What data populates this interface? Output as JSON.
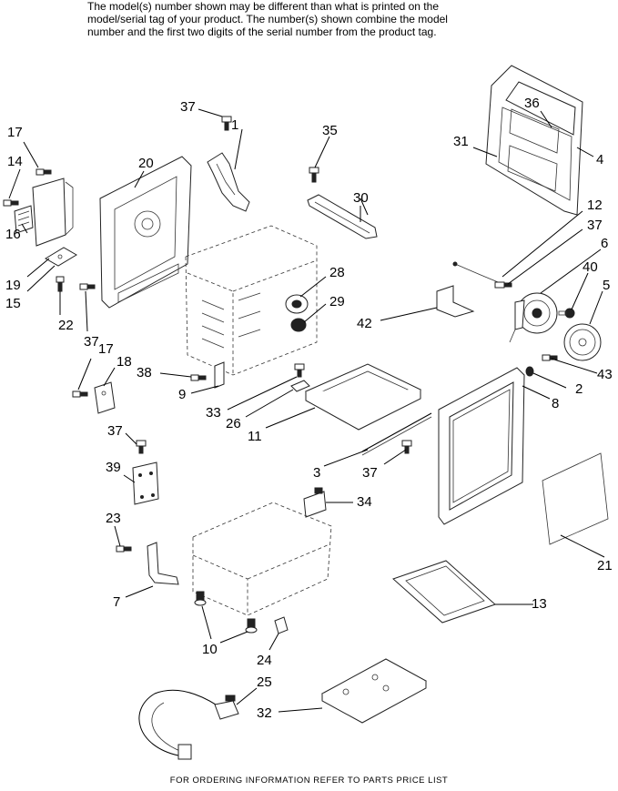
{
  "header": {
    "line1": "The model(s) number shown may be different than what is printed on the",
    "line2": "model/serial tag of your product. The number(s) shown combine the model",
    "line3": "number and the first two digits of the serial number from the product tag."
  },
  "footer": {
    "text": "FOR ORDERING INFORMATION REFER TO PARTS PRICE LIST"
  },
  "callouts": [
    "1",
    "2",
    "3",
    "4",
    "5",
    "6",
    "7",
    "8",
    "9",
    "10",
    "11",
    "12",
    "13",
    "14",
    "15",
    "16",
    "17",
    "18",
    "19",
    "20",
    "21",
    "22",
    "23",
    "24",
    "25",
    "26",
    "28",
    "29",
    "30",
    "31",
    "32",
    "33",
    "34",
    "35",
    "36",
    "37",
    "38",
    "39",
    "40",
    "42",
    "43"
  ],
  "labels": {
    "c37a": "37",
    "c1": "1",
    "c35": "35",
    "c36": "36",
    "c31": "31",
    "c4": "4",
    "c17a": "17",
    "c14": "14",
    "c20": "20",
    "c30": "30",
    "c12": "12",
    "c37b": "37",
    "c6": "6",
    "c16": "16",
    "c19": "19",
    "c15": "15",
    "c28": "28",
    "c40": "40",
    "c5": "5",
    "c22": "22",
    "c37c": "37",
    "c29": "29",
    "c42": "42",
    "c17b": "17",
    "c18": "18",
    "c38": "38",
    "c9": "9",
    "c43": "43",
    "c2": "2",
    "c8": "8",
    "c33": "33",
    "c26": "26",
    "c11": "11",
    "c37d": "37",
    "c39": "39",
    "c3": "3",
    "c37e": "37",
    "c34": "34",
    "c23": "23",
    "c21": "21",
    "c7": "7",
    "c13": "13",
    "c10": "10",
    "c24": "24",
    "c25": "25",
    "c32": "32"
  }
}
